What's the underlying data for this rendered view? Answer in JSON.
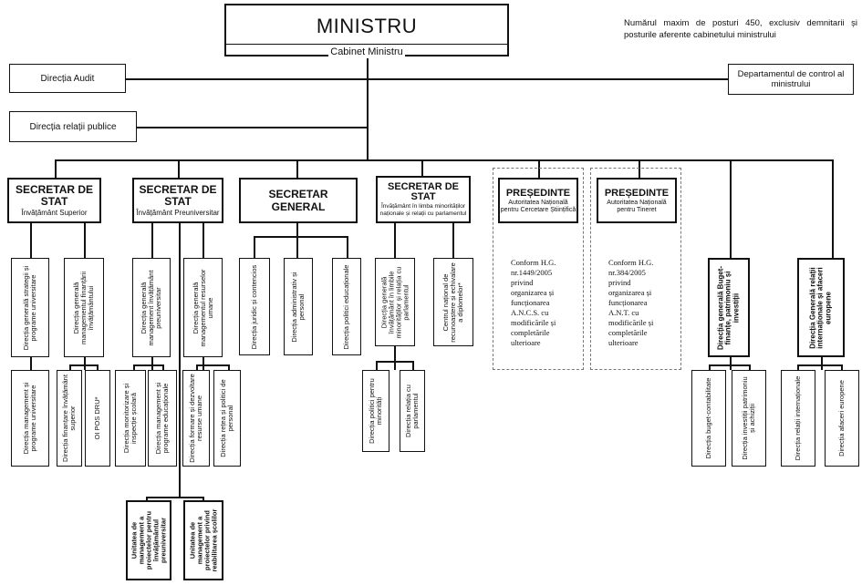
{
  "ministru": {
    "title": "MINISTRU",
    "cabinet": "Cabinet Ministru"
  },
  "note": "Numărul maxim de posturi 450, exclusiv demnitarii și posturile aferente cabinetului ministrului",
  "audit": "Direcția Audit",
  "control": "Departamentul de control al ministrului",
  "relatii_publice": "Direcția relații publice",
  "top": [
    {
      "title": "SECRETAR DE STAT",
      "sub": "Învățământ Superior"
    },
    {
      "title": "SECRETAR DE STAT",
      "sub": "Învățământ Preuniversitar"
    },
    {
      "title": "SECRETAR GENERAL",
      "sub": ""
    },
    {
      "title": "SECRETAR DE STAT",
      "sub": "Învățământ în limba minorităților naționale și relații cu parlamentul"
    },
    {
      "title": "PREȘEDINTE",
      "sub": "Autoritatea Națională pentru Cercetare Științifică"
    },
    {
      "title": "PREȘEDINTE",
      "sub": "Autoritatea Națională pentru Tineret"
    }
  ],
  "hg_notes": [
    "Conform H.G. nr.1449/2005 privind organizarea și funcționarea A.N.C.S. cu modificările și completările ulterioare",
    "Conform H.G. nr.384/2005 privind organizarea și funcționarea A.N.T. cu modificările și completările ulterioare"
  ],
  "level2": [
    "Direcția generală strategii și programe universitare",
    "Direcția generală managementul finanțării învățământului",
    "Direcția generală management învățământ preuniversitar",
    "Direcția generală managementul resurselor umane",
    "Direcția juridic și contencios",
    "Direcția administrativ și personal",
    "Direcția politici educaționale",
    "Direcția generală învățământ în limbile minorităților și relația cu parlamentul",
    "Centrul național de recunoaștere și echivalare a diplomelor*",
    "Direcția generală Buget-finanțe, patrimoniu și investiții",
    "Direcția Generală relații internaționale și afaceri europene"
  ],
  "level3": [
    "Direcția management și programe universitare",
    "Direcția finanțare învățământ superior",
    "OI POS DRU*",
    "Direcția monitorizare și inspecție școlară",
    "Direcția management și programe educaționale",
    "Direcția formare și dezvoltare resurse umane",
    "Direcția rețea și politici de personal",
    "Direcția politici pentru minorități",
    "Direcția relația cu parlamentul",
    "Direcția buget-contabilitate",
    "Direcția investiții patrimoniu și achiziții",
    "Direcția relații internaționale",
    "Direcția afaceri europene"
  ],
  "level4": [
    "Unitatea de management a proiectelor pentru învățământul preuniversitar",
    "Unitatea de management a proiectelor privind reabilitarea școlilor"
  ]
}
